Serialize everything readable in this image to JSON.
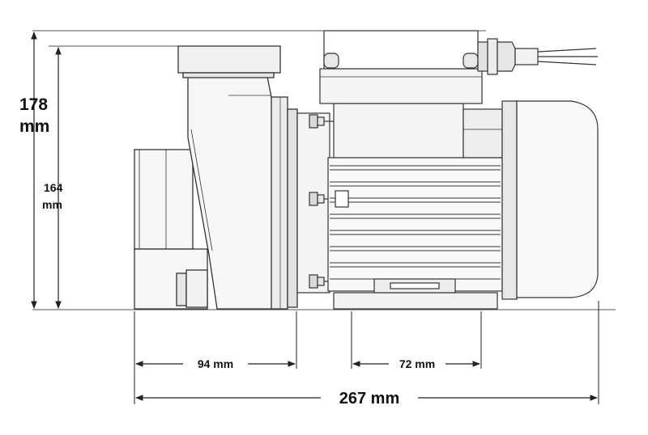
{
  "dimensions": {
    "overall_height": {
      "value": "178",
      "unit": "mm"
    },
    "inlet_height": {
      "value": "164",
      "unit": "mm"
    },
    "pump_head_length": "94 mm",
    "foot_spacing": "72 mm",
    "overall_length": "267 mm"
  },
  "colors": {
    "line": "#333333",
    "fill_light": "#f6f6f6",
    "fill_mid": "#e9e9e9",
    "fill_dark": "#d4d4d4",
    "text": "#111111"
  }
}
